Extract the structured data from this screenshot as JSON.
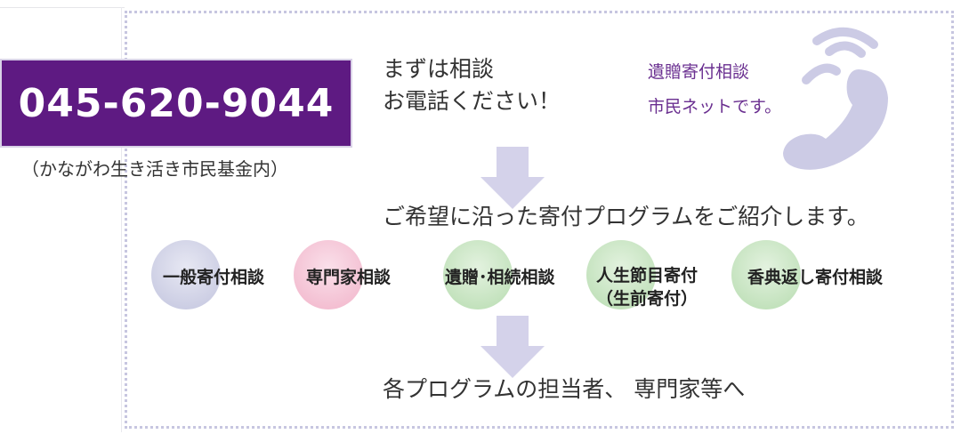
{
  "contact": {
    "phone": "045-620-9044",
    "note": "（かながわ生き活き市民基金内）"
  },
  "intro": {
    "line1": "まずは相談",
    "line2": "お電話ください！"
  },
  "org": {
    "line1": "遺贈寄付相談",
    "line2": "市民ネットです。"
  },
  "tagline": "ご希望に沿った寄付プログラムをご紹介します。",
  "programs": [
    {
      "label": "一般寄付相談",
      "color": "#c2c4de"
    },
    {
      "label": "専門家相談",
      "color": "#f1b3c9"
    },
    {
      "label": "遺贈･相続相談",
      "color": "#b7dcb0"
    },
    {
      "label": "人生節目寄付",
      "sub": "（生前寄付）",
      "color": "#b7dcb0"
    },
    {
      "label": "香典返し寄付相談",
      "color": "#b7dcb0"
    }
  ],
  "bottom": "各プログラムの担当者、 専門家等へ",
  "icons": {
    "phone": "phone-handset-icon",
    "arrow": "down-arrow-icon"
  },
  "colors": {
    "brand": "#5e1a82",
    "accent_text": "#6a2f90",
    "arrow": "#d4d2ea",
    "frame": "#c7c6e0"
  }
}
